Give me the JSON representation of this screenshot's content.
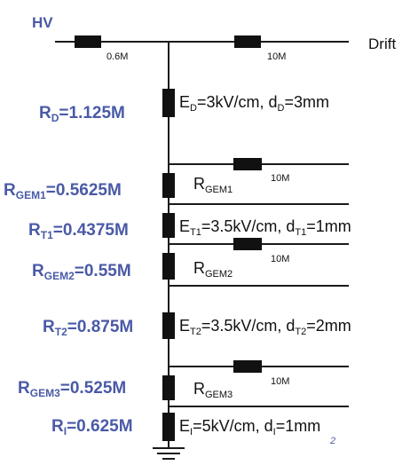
{
  "hv_label": "HV",
  "drift_label": "Drift",
  "top_left_resistor": "0.6M",
  "top_right_resistor": "10M",
  "chain_resistors": [
    {
      "name": "R",
      "sub": "D",
      "value": "=1.125M"
    },
    {
      "name": "R",
      "sub": "GEM1",
      "value": "=0.5625M"
    },
    {
      "name": "R",
      "sub": "T1",
      "value": "=0.4375M"
    },
    {
      "name": "R",
      "sub": "GEM2",
      "value": "=0.55M"
    },
    {
      "name": "R",
      "sub": "T2",
      "value": "=0.875M"
    },
    {
      "name": "R",
      "sub": "GEM3",
      "value": "=0.525M"
    },
    {
      "name": "R",
      "sub": "I",
      "value": "=0.625M"
    }
  ],
  "fields": {
    "drift": {
      "e": "E",
      "e_sub": "D",
      "e_val": "=3kV/cm, d",
      "d_sub": "D",
      "d_val": "=3mm"
    },
    "t1": {
      "e": "E",
      "e_sub": "T1",
      "e_val": "=3.5kV/cm, d",
      "d_sub": "T1",
      "d_val": "=1mm"
    },
    "t2": {
      "e": "E",
      "e_sub": "T2",
      "e_val": "=3.5kV/cm, d",
      "d_sub": "T2",
      "d_val": "=2mm"
    },
    "induction": {
      "e": "E",
      "e_sub": "I",
      "e_val": "=5kV/cm, d",
      "d_sub": "I",
      "d_val": "=1mm"
    }
  },
  "gem_labels": [
    {
      "name": "R",
      "sub": "GEM1"
    },
    {
      "name": "R",
      "sub": "GEM2"
    },
    {
      "name": "R",
      "sub": "GEM3"
    }
  ],
  "gem_resistor_value": "10M",
  "page_number": "2"
}
